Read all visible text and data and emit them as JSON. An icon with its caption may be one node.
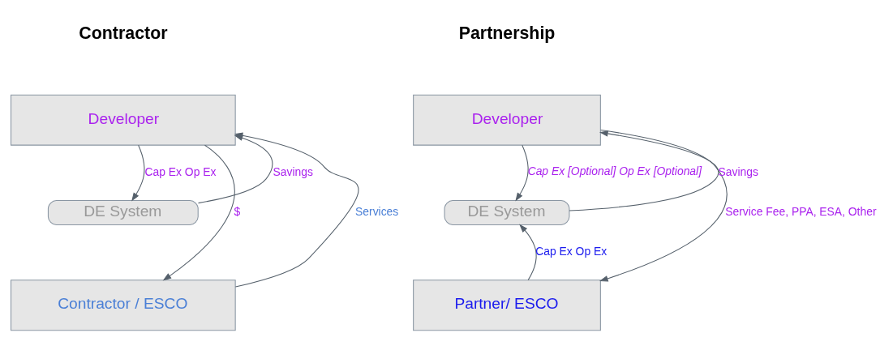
{
  "diagram": {
    "nodes": [
      {
        "text": [
          "Developer"
        ]
      },
      {
        "text": [
          "DE System"
        ]
      },
      {
        "text": [
          "Contractor / ESCO"
        ]
      },
      {
        "text": [
          "Developer"
        ]
      },
      {
        "text": [
          "DE System"
        ]
      },
      {
        "text": [
          "Partner/ ESCO"
        ]
      }
    ],
    "edges": [
      {
        "from": 1,
        "to": 0,
        "arrow": "to",
        "label": "Savings"
      },
      {
        "from": 0,
        "to": 1,
        "arrow": "to",
        "label": "Cap Ex Op Ex"
      },
      {
        "from": 2,
        "to": 0,
        "arrow": "to",
        "label": "Services"
      },
      {
        "from": 0,
        "to": 2,
        "arrow": "to",
        "label": "$"
      },
      {
        "from": 3,
        "to": 4,
        "arrow": "to",
        "label": "Cap Ex [Optional] Op Ex [Optional]"
      },
      {
        "from": 4,
        "to": 3,
        "arrow": "to",
        "label": "Savings"
      },
      {
        "from": 5,
        "to": 4,
        "arrow": "to",
        "label": "Cap Ex Op Ex"
      },
      {
        "from": 3,
        "to": 5,
        "arrow": "to",
        "label": "Service Fee, PPA, ESA, Other"
      }
    ],
    "labels": [
      "Contractor",
      "Partnership"
    ]
  }
}
